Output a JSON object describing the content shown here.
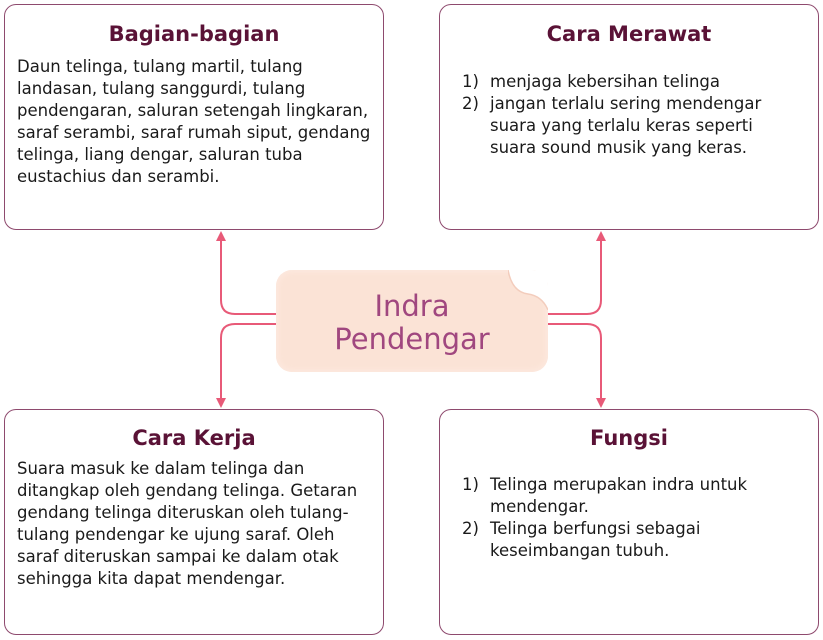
{
  "center": {
    "line1": "Indra",
    "line2": "Pendengar"
  },
  "boxes": {
    "bagian": {
      "title": "Bagian-bagian",
      "text": "Daun telinga, tulang martil, tulang landasan, tulang sanggurdi, tulang pendengaran, saluran setengah lingkaran, saraf serambi, saraf rumah siput, gendang telinga, liang dengar, saluran tuba eustachius dan serambi."
    },
    "merawat": {
      "title": "Cara Merawat",
      "items": [
        {
          "num": "1)",
          "text": "menjaga kebersihan telinga"
        },
        {
          "num": "2)",
          "text": "jangan terlalu sering mendengar suara yang terlalu keras seperti suara sound musik yang keras."
        }
      ]
    },
    "kerja": {
      "title": "Cara Kerja",
      "text": "Suara masuk ke dalam telinga dan ditangkap oleh gendang telinga. Getaran gendang telinga diteruskan oleh tulang-tulang pendengar ke ujung saraf. Oleh saraf diteruskan sampai ke dalam otak sehingga kita dapat mendengar."
    },
    "fungsi": {
      "title": "Fungsi",
      "items": [
        {
          "num": "1)",
          "text": "Telinga merupakan indra untuk mendengar."
        },
        {
          "num": "2)",
          "text": "Telinga berfungsi sebagai keseimbangan tubuh."
        }
      ]
    }
  },
  "colors": {
    "connector": "#e85a78",
    "box_border": "#8e4a6e",
    "heading": "#5a1236",
    "center_text": "#a0477f",
    "center_fill": "#fbe3d6"
  }
}
